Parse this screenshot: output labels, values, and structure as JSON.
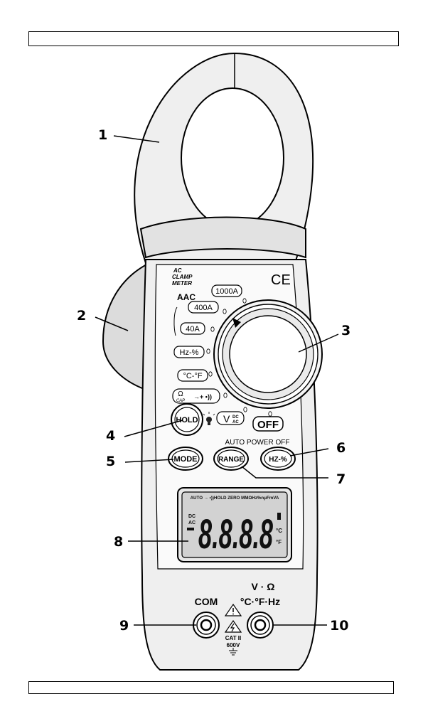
{
  "header_box_text": "",
  "footer_box_text": "",
  "callouts": [
    "1",
    "2",
    "3",
    "4",
    "5",
    "6",
    "7",
    "8",
    "9",
    "10"
  ],
  "body_print": {
    "type_line1": "AC",
    "type_line2": "CLAMP",
    "type_line3": "METER",
    "ce_mark": "CE",
    "auto_power_off": "AUTO POWER OFF"
  },
  "dial": {
    "a_ac": "AAC",
    "positions": [
      "1000A",
      "400A",
      "40A",
      "Hz-%",
      "°C-°F",
      "Ω"
    ],
    "cap": "CAP",
    "diode_sound": "→+ •))",
    "v_label": "V",
    "v_dc": "DC",
    "v_ac": "AC",
    "off": "OFF"
  },
  "buttons": {
    "hold": "HOLD",
    "mode": "MODE",
    "range": "RANGE",
    "hz_pct": "HZ-%"
  },
  "lcd": {
    "top_row": "AUTO → •))HOLD ZERO MMΩHz%nμFmVA",
    "dc": "DC",
    "ac": "AC",
    "digits": "8.8.8.8",
    "deg_c": "°C",
    "deg_f": "°F"
  },
  "jacks": {
    "com": "COM",
    "v_ohm": "V · Ω",
    "temp_hz": "°C·°F·Hz",
    "cat": "CAT II",
    "voltage": "600V"
  },
  "colors": {
    "line": "#000000",
    "body_fill": "#efefef",
    "lcd_fill": "#d2d2d2"
  }
}
